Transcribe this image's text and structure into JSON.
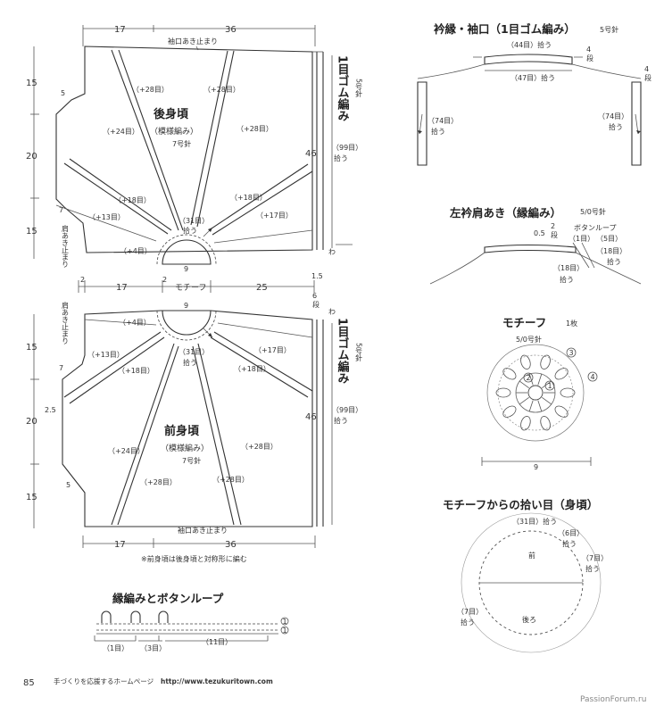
{
  "back_body": {
    "title": "後身頃",
    "stitch": "（模様編み）",
    "needle": "7号針",
    "dims": {
      "top_left": "17",
      "top_right": "36",
      "left_top": "15",
      "left_mid": "20",
      "left_bot": "15",
      "right_side": "46",
      "shoulder_step": "5",
      "cuff_step": "7",
      "motif_w": "9"
    },
    "labels": {
      "cuff_stop": "袖口あき止まり",
      "shoulder_stop": "肩あき止まり",
      "fold": "わ",
      "rib": "1目ゴム編み",
      "rib_needle": "5号針",
      "pickup": "（99目）",
      "pickup_word": "拾う",
      "motif_pickup": "（31目）",
      "motif_pickup_word": "拾う"
    },
    "stitches": [
      "（+28目）",
      "（+28目）",
      "（+24目）",
      "（+28目）",
      "（+18目）",
      "（+13目）",
      "（+18目）",
      "（+17目）",
      "（+4目）"
    ]
  },
  "middle": {
    "d2a": "2",
    "d17": "17",
    "d2b": "2",
    "motif": "モチーフ",
    "d25": "25",
    "d15": "1.5",
    "d6": "6",
    "d6unit": "段"
  },
  "front_body": {
    "title": "前身頃",
    "stitch": "（模様編み）",
    "needle": "7号針",
    "dims": {
      "left_top": "15",
      "left_mid": "20",
      "left_mid2": "2.5",
      "left_bot": "15",
      "right_side": "46",
      "step7": "7",
      "step5": "5",
      "motif_w": "9",
      "bottom_left": "17",
      "bottom_right": "36"
    },
    "labels": {
      "shoulder_stop": "肩あき止まり",
      "cuff_stop": "袖口あき止まり",
      "fold": "わ",
      "rib": "1目ゴム編み",
      "rib_needle": "5号針",
      "pickup": "（99目）",
      "pickup_word": "拾う",
      "motif_pickup": "（31目）",
      "motif_pickup_word": "拾う"
    },
    "stitches": [
      "（+4目）",
      "（+13目）",
      "（+18目）",
      "（+17目）",
      "（+18目）",
      "（+24目）",
      "（+28目）",
      "（+28目）",
      "（+28目）"
    ],
    "note": "※前身頃は後身頃と対称形に編む"
  },
  "edge": {
    "title": "縁編みとボタンループ",
    "counts": [
      "（1目）",
      "（3目）",
      "（11目）"
    ],
    "rows": [
      "1",
      "1"
    ]
  },
  "collar": {
    "title": "衿縁・袖口（1目ゴム編み）",
    "needle": "5号針",
    "top": "（44目）拾う",
    "bottom": "（47目）拾う",
    "rows4": "4",
    "rows_unit": "段",
    "left_pick": "（74目）",
    "right_pick": "（74目）",
    "pick_word": "拾う"
  },
  "shoulder": {
    "title": "左衿肩あき（縁編み）",
    "needle": "5/0号針",
    "d05": "0.5",
    "d2": "2",
    "d2unit": "段",
    "loop": "ボタンループ",
    "c1": "（1目）",
    "c5": "（5目）",
    "c18a": "（18目）",
    "c18b": "（18目）",
    "pick_word": "拾う"
  },
  "motif": {
    "title": "モチーフ",
    "count": "1枚",
    "needle": "5/0号針",
    "width": "9",
    "rounds": [
      "1",
      "2",
      "3",
      "4"
    ]
  },
  "pickup": {
    "title": "モチーフからの拾い目（身頃）",
    "top": "（31目）拾う",
    "c6": "（6目）",
    "c7a": "（7目）",
    "c7b": "（7目）",
    "pick_word": "拾う",
    "front": "前",
    "back": "後ろ"
  },
  "footer": {
    "page": "85",
    "text": "手づくりを応援するホームページ",
    "url": "http://www.tezukuritown.com",
    "watermark": "PassionForum.ru"
  }
}
